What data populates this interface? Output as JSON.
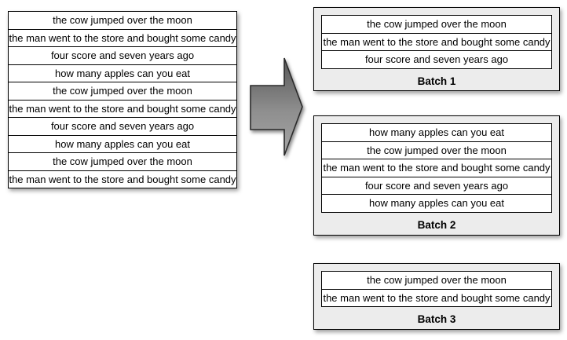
{
  "left_table": {
    "rows": [
      "the cow jumped over the moon",
      "the man went to the store and bought some candy",
      "four score and seven years ago",
      "how many apples can you eat",
      "the cow jumped over the moon",
      "the man went to the store and bought some candy",
      "four score and seven years ago",
      "how many apples can you eat",
      "the cow jumped over the moon",
      "the man went to the store and bought some candy"
    ]
  },
  "batches": [
    {
      "label": "Batch 1",
      "rows": [
        "the cow jumped over the moon",
        "the man went to the store and bought some candy",
        "four score and seven years ago"
      ]
    },
    {
      "label": "Batch 2",
      "rows": [
        "how many apples can you eat",
        "the cow jumped over the moon",
        "the man went to the store and bought some candy",
        "four score and seven years ago",
        "how many apples can you eat"
      ]
    },
    {
      "label": "Batch 3",
      "rows": [
        "the cow jumped over the moon",
        "the man went to the store and bought some candy"
      ]
    }
  ],
  "arrow": {
    "icon": "right-arrow-icon",
    "fill_top": "#565656",
    "fill_bottom": "#a6a6a6",
    "stroke": "#2b2b2b"
  },
  "colors": {
    "page_background": "#ffffff",
    "batch_box_background": "#ececec",
    "row_background": "#ffffff",
    "border": "#000000",
    "text": "#000000"
  }
}
